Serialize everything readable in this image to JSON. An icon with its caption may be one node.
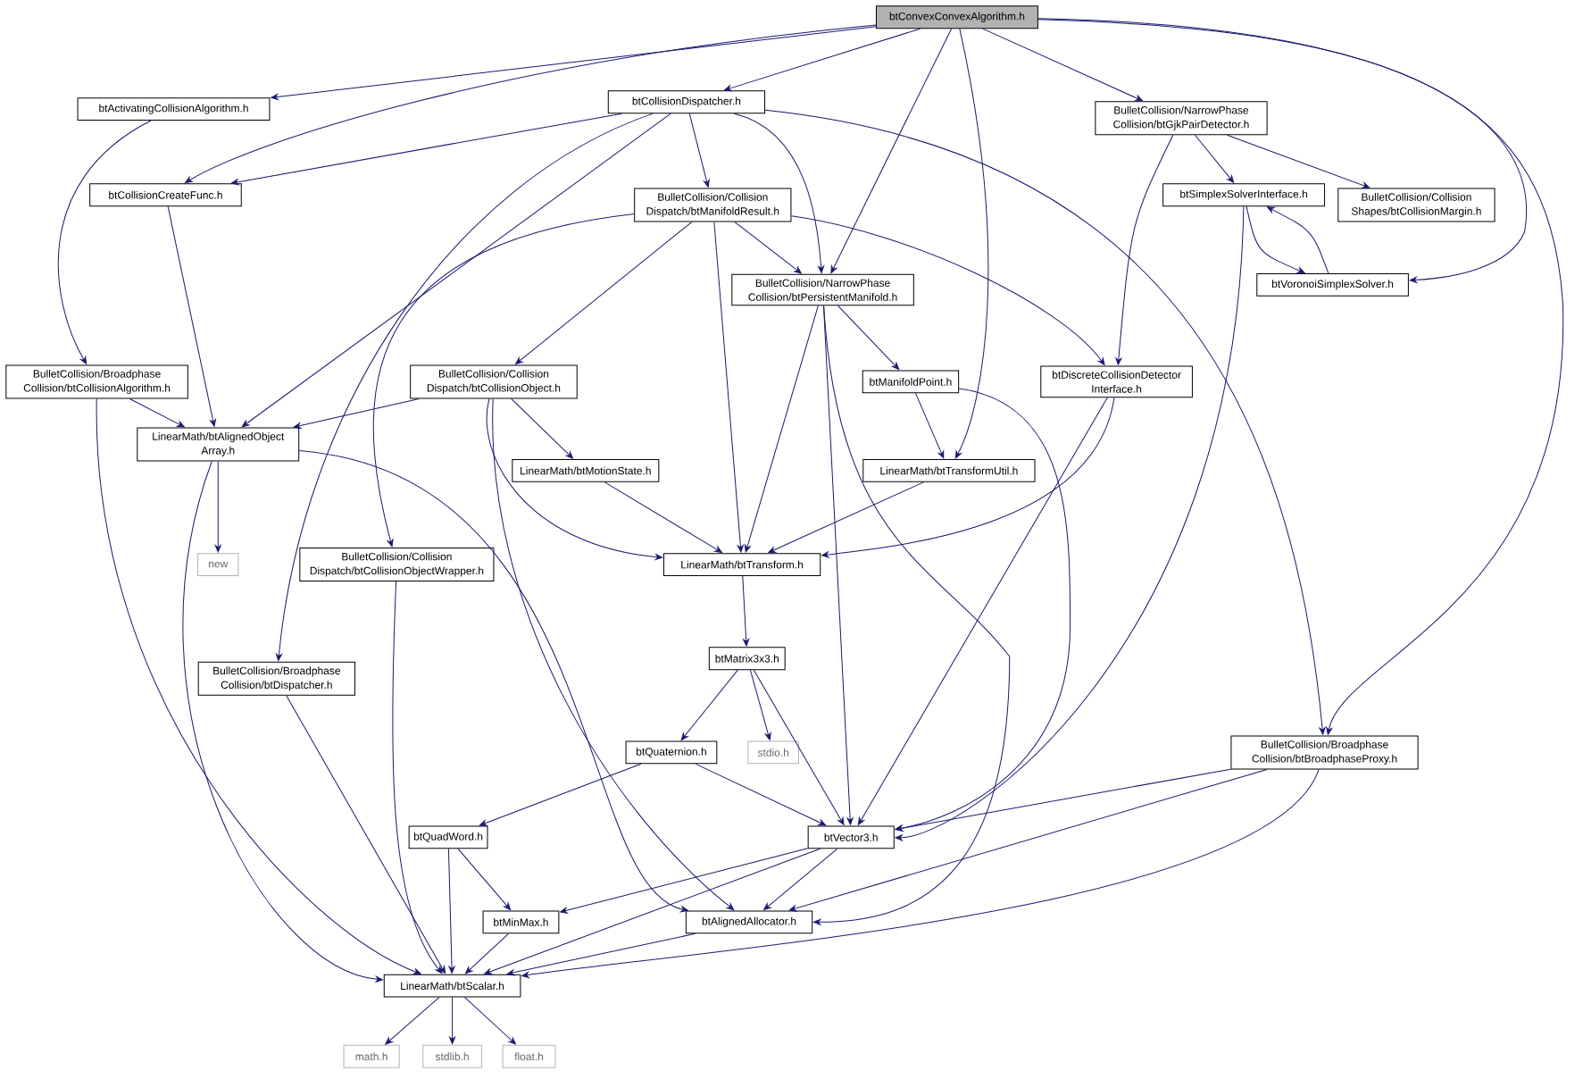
{
  "diagram": {
    "nodes": [
      {
        "text": [
          "btConvexConvexAlgorithm.h"
        ]
      },
      {
        "text": [
          "btActivatingCollisionAlgorithm.h"
        ]
      },
      {
        "text": [
          "btCollisionDispatcher.h"
        ]
      },
      {
        "text": [
          "BulletCollision/NarrowPhase Collision/btGjkPairDetector.h"
        ]
      },
      {
        "text": [
          "btCollisionCreateFunc.h"
        ]
      },
      {
        "text": [
          "BulletCollision/Collision Dispatch/btManifoldResult.h"
        ]
      },
      {
        "text": [
          "btSimplexSolverInterface.h"
        ]
      },
      {
        "text": [
          "BulletCollision/Collision Shapes/btCollisionMargin.h"
        ]
      },
      {
        "text": [
          "BulletCollision/NarrowPhase Collision/btPersistentManifold.h"
        ]
      },
      {
        "text": [
          "btVoronoiSimplexSolver.h"
        ]
      },
      {
        "text": [
          "BulletCollision/Broadphase Collision/btCollisionAlgorithm.h"
        ]
      },
      {
        "text": [
          "BulletCollision/Collision Dispatch/btCollisionObject.h"
        ]
      },
      {
        "text": [
          "btManifoldPoint.h"
        ]
      },
      {
        "text": [
          "btDiscreteCollisionDetector Interface.h"
        ]
      },
      {
        "text": [
          "LinearMath/btAlignedObject Array.h"
        ]
      },
      {
        "text": [
          "LinearMath/btMotionState.h"
        ]
      },
      {
        "text": [
          "LinearMath/btTransformUtil.h"
        ]
      },
      {
        "text": [
          "new"
        ]
      },
      {
        "text": [
          "BulletCollision/Collision Dispatch/btCollisionObjectWrapper.h"
        ]
      },
      {
        "text": [
          "LinearMath/btTransform.h"
        ]
      },
      {
        "text": [
          "BulletCollision/Broadphase Collision/btDispatcher.h"
        ]
      },
      {
        "text": [
          "btMatrix3x3.h"
        ]
      },
      {
        "text": [
          "BulletCollision/Broadphase Collision/btBroadphaseProxy.h"
        ]
      },
      {
        "text": [
          "btQuaternion.h"
        ]
      },
      {
        "text": [
          "stdio.h"
        ]
      },
      {
        "text": [
          "btQuadWord.h"
        ]
      },
      {
        "text": [
          "btVector3.h"
        ]
      },
      {
        "text": [
          "btMinMax.h"
        ]
      },
      {
        "text": [
          "btAlignedAllocator.h"
        ]
      },
      {
        "text": [
          "LinearMath/btScalar.h"
        ]
      },
      {
        "text": [
          "math.h"
        ]
      },
      {
        "text": [
          "stdlib.h"
        ]
      },
      {
        "text": [
          "float.h"
        ]
      }
    ],
    "edges": [
      {
        "from": 0,
        "to": 1,
        "arrow": "to"
      },
      {
        "from": 0,
        "to": 2,
        "arrow": "to"
      },
      {
        "from": 0,
        "to": 3,
        "arrow": "to"
      },
      {
        "from": 0,
        "to": 4,
        "arrow": "to"
      },
      {
        "from": 0,
        "to": 8,
        "arrow": "to"
      },
      {
        "from": 0,
        "to": 16,
        "arrow": "to"
      },
      {
        "from": 0,
        "to": 9,
        "arrow": "to"
      },
      {
        "from": 0,
        "to": 22,
        "arrow": "to"
      },
      {
        "from": 1,
        "to": 10,
        "arrow": "to"
      },
      {
        "from": 2,
        "to": 4,
        "arrow": "to"
      },
      {
        "from": 2,
        "to": 14,
        "arrow": "to"
      },
      {
        "from": 2,
        "to": 20,
        "arrow": "to"
      },
      {
        "from": 2,
        "to": 5,
        "arrow": "to"
      },
      {
        "from": 2,
        "to": 8,
        "arrow": "to"
      },
      {
        "from": 2,
        "to": 22,
        "arrow": "to"
      },
      {
        "from": 3,
        "to": 13,
        "arrow": "to"
      },
      {
        "from": 3,
        "to": 6,
        "arrow": "to"
      },
      {
        "from": 3,
        "to": 7,
        "arrow": "to"
      },
      {
        "from": 4,
        "to": 14,
        "arrow": "to"
      },
      {
        "from": 5,
        "to": 11,
        "arrow": "to"
      },
      {
        "from": 5,
        "to": 18,
        "arrow": "to"
      },
      {
        "from": 5,
        "to": 19,
        "arrow": "to"
      },
      {
        "from": 5,
        "to": 8,
        "arrow": "to"
      },
      {
        "from": 5,
        "to": 13,
        "arrow": "to"
      },
      {
        "from": 6,
        "to": 26,
        "arrow": "to"
      },
      {
        "from": 6,
        "to": 9,
        "arrow": "to"
      },
      {
        "from": 9,
        "to": 6,
        "arrow": "to"
      },
      {
        "from": 8,
        "to": 19,
        "arrow": "to"
      },
      {
        "from": 8,
        "to": 12,
        "arrow": "to"
      },
      {
        "from": 8,
        "to": 26,
        "arrow": "to"
      },
      {
        "from": 8,
        "to": 28,
        "arrow": "to"
      },
      {
        "from": 10,
        "to": 14,
        "arrow": "to"
      },
      {
        "from": 10,
        "to": 29,
        "arrow": "to"
      },
      {
        "from": 11,
        "to": 14,
        "arrow": "to"
      },
      {
        "from": 11,
        "to": 15,
        "arrow": "to"
      },
      {
        "from": 11,
        "to": 19,
        "arrow": "to"
      },
      {
        "from": 11,
        "to": 28,
        "arrow": "to"
      },
      {
        "from": 12,
        "to": 16,
        "arrow": "to"
      },
      {
        "from": 12,
        "to": 26,
        "arrow": "to"
      },
      {
        "from": 13,
        "to": 19,
        "arrow": "to"
      },
      {
        "from": 13,
        "to": 26,
        "arrow": "to"
      },
      {
        "from": 14,
        "to": 17,
        "arrow": "to"
      },
      {
        "from": 14,
        "to": 29,
        "arrow": "to"
      },
      {
        "from": 14,
        "to": 28,
        "arrow": "to"
      },
      {
        "from": 15,
        "to": 19,
        "arrow": "to"
      },
      {
        "from": 16,
        "to": 19,
        "arrow": "to"
      },
      {
        "from": 18,
        "to": 29,
        "arrow": "to"
      },
      {
        "from": 19,
        "to": 21,
        "arrow": "to"
      },
      {
        "from": 20,
        "to": 29,
        "arrow": "to"
      },
      {
        "from": 21,
        "to": 23,
        "arrow": "to"
      },
      {
        "from": 21,
        "to": 24,
        "arrow": "to"
      },
      {
        "from": 21,
        "to": 26,
        "arrow": "to"
      },
      {
        "from": 22,
        "to": 26,
        "arrow": "to"
      },
      {
        "from": 22,
        "to": 28,
        "arrow": "to"
      },
      {
        "from": 22,
        "to": 29,
        "arrow": "to"
      },
      {
        "from": 23,
        "to": 25,
        "arrow": "to"
      },
      {
        "from": 23,
        "to": 26,
        "arrow": "to"
      },
      {
        "from": 25,
        "to": 27,
        "arrow": "to"
      },
      {
        "from": 25,
        "to": 29,
        "arrow": "to"
      },
      {
        "from": 26,
        "to": 27,
        "arrow": "to"
      },
      {
        "from": 26,
        "to": 28,
        "arrow": "to"
      },
      {
        "from": 26,
        "to": 29,
        "arrow": "to"
      },
      {
        "from": 27,
        "to": 29,
        "arrow": "to"
      },
      {
        "from": 28,
        "to": 29,
        "arrow": "to"
      },
      {
        "from": 29,
        "to": 30,
        "arrow": "to"
      },
      {
        "from": 29,
        "to": 31,
        "arrow": "to"
      },
      {
        "from": 29,
        "to": 32,
        "arrow": "to"
      }
    ]
  }
}
